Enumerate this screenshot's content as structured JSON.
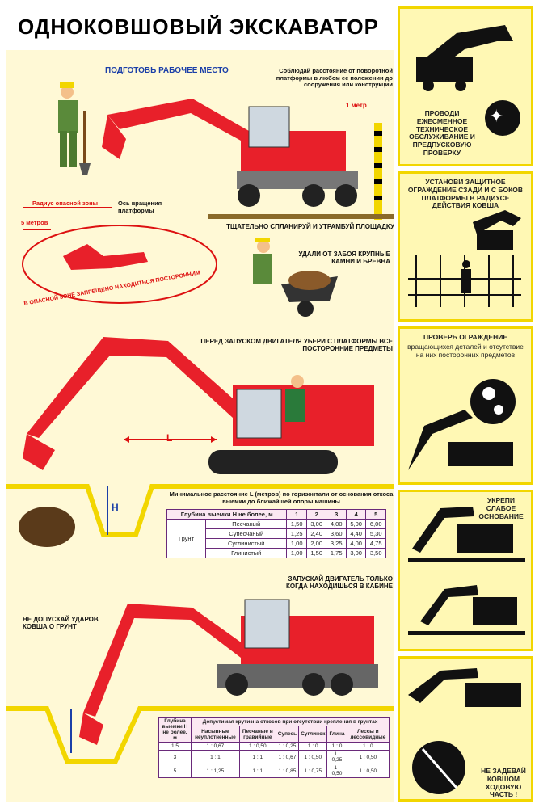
{
  "title": "ОДНОКОВШОВЫЙ ЭКСКАВАТОР",
  "sections": {
    "prepare": "ПОДГОТОВЬ РАБОЧЕЕ МЕСТО",
    "distance_note": "Соблюдай расстояние от поворотной платформы в любом ее положении до сооружения или конструкции",
    "one_meter": "1 метр",
    "radius_zone": "Радиус опасной зоны",
    "rotation_axis": "Ось вращения платформы",
    "five_meters": "5 метров",
    "danger_zone": "В ОПАСНОЙ ЗОНЕ ЗАПРЕЩЕНО НАХОДИТЬСЯ ПОСТОРОННИМ",
    "level_site": "ТЩАТЕЛЬНО СПЛАНИРУЙ И УТРАМБУЙ ПЛОЩАДКУ",
    "remove_stones": "УДАЛИ ОТ ЗАБОЯ КРУПНЫЕ КАМНИ И БРЕВНА",
    "clear_platform": "ПЕРЕД ЗАПУСКОМ ДВИГАТЕЛЯ УБЕРИ С ПЛАТФОРМЫ ВСЕ ПОСТОРОННИЕ ПРЕДМЕТЫ",
    "l_label": "L",
    "h_label": "H",
    "min_distance": "Минимальное расстояние L (метров) по горизонтали от основания откоса выемки до ближайшей опоры машины",
    "start_engine": "ЗАПУСКАЙ ДВИГАТЕЛЬ ТОЛЬКО КОГДА НАХОДИШЬСЯ В КАБИНЕ",
    "no_impacts": "НЕ ДОПУСКАЙ УДАРОВ КОВША О ГРУНТ"
  },
  "table1": {
    "header_left": "Глубина выемки Н не более, м",
    "cols": [
      "1",
      "2",
      "3",
      "4",
      "5"
    ],
    "group_label": "Грунт",
    "rows": [
      {
        "name": "Песчаный",
        "values": [
          "1,50",
          "3,00",
          "4,00",
          "5,00",
          "6,00"
        ]
      },
      {
        "name": "Супесчаный",
        "values": [
          "1,25",
          "2,40",
          "3,60",
          "4,40",
          "5,30"
        ]
      },
      {
        "name": "Суглинистый",
        "values": [
          "1,00",
          "2,00",
          "3,25",
          "4,00",
          "4,75"
        ]
      },
      {
        "name": "Глинистый",
        "values": [
          "1,00",
          "1,50",
          "1,75",
          "3,00",
          "3,50"
        ]
      }
    ]
  },
  "table2": {
    "header_left": "Глубина выемки Н не более, м",
    "header_top": "Допустимая крутизна откосов при отсутствии крепления в грунтах",
    "cols": [
      "Насыпные неуплотненные",
      "Песчаные и гравийные",
      "Супесь",
      "Суглинок",
      "Глина",
      "Лессы и лессовидные"
    ],
    "rows": [
      {
        "depth": "1,5",
        "values": [
          "1 : 0,67",
          "1 : 0,50",
          "1 : 0,25",
          "1 : 0",
          "1 : 0",
          "1 : 0"
        ]
      },
      {
        "depth": "3",
        "values": [
          "1 : 1",
          "1 : 1",
          "1 : 0,67",
          "1 : 0,50",
          "1 : 0,25",
          "1 : 0,50"
        ]
      },
      {
        "depth": "5",
        "values": [
          "1 : 1,25",
          "1 : 1",
          "1 : 0,85",
          "1 : 0,75",
          "1 : 0,50",
          "1 : 0,50"
        ]
      }
    ]
  },
  "panels": [
    {
      "text": "ПРОВОДИ ЕЖЕСМЕННОЕ ТЕХНИЧЕСКОЕ ОБСЛУЖИВАНИЕ И ПРЕДПУСКОВУЮ ПРОВЕРКУ",
      "icon": "wrench-icon"
    },
    {
      "text": "УСТАНОВИ ЗАЩИТНОЕ ОГРАЖДЕНИЕ сзади и с боков платформы в радиусе действия ковша",
      "icon": "fence-icon"
    },
    {
      "title": "ПРОВЕРЬ ОГРАЖДЕНИЕ",
      "text": "вращающихся деталей и отсутствие на них посторонних предметов",
      "icon": "gears-icon"
    },
    {
      "text": "УКРЕПИ СЛАБОЕ ОСНОВАНИЕ",
      "icon": "arrow-icon"
    },
    {
      "text": "НЕ ЗАДЕВАЙ КОВШОМ ХОДОВУЮ ЧАСТЬ !",
      "icon": "no-hit-icon"
    }
  ],
  "colors": {
    "accent": "#e8202a",
    "yellow": "#f2d600",
    "blue": "#1b3fa8",
    "panel": "#fff8b4"
  }
}
